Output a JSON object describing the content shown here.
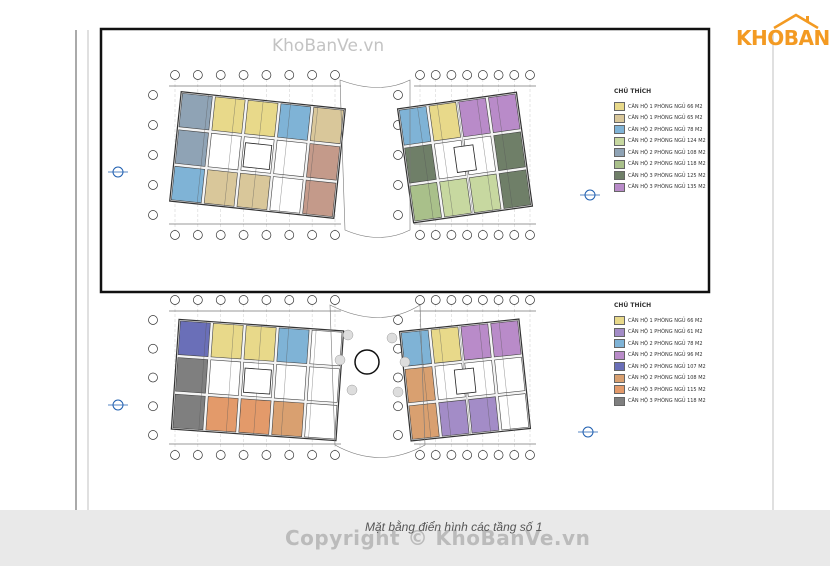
{
  "watermark": {
    "top_text": "KhoBanVe.vn",
    "copyright": "Copyright © KhoBanVe.vn"
  },
  "logo": {
    "text": "KHOBANVE",
    "color": "#f39a22"
  },
  "caption": "Mặt bằng điển hình các tầng số 1",
  "legend_top": {
    "title": "CHÚ THÍCH",
    "items": [
      {
        "label": "CĂN HỘ 1 PHÒNG NGỦ  66 M2",
        "color": "#e8d98a"
      },
      {
        "label": "CĂN HỘ 1 PHÒNG NGỦ  65 M2",
        "color": "#d9c79a"
      },
      {
        "label": "CĂN HỘ 2 PHÒNG NGỦ  78 M2",
        "color": "#7fb3d6"
      },
      {
        "label": "CĂN HỘ 2 PHÒNG NGỦ  124 M2",
        "color": "#c7d8a0"
      },
      {
        "label": "CĂN HỘ 2 PHÒNG NGỦ  108 M2",
        "color": "#8fa3b5"
      },
      {
        "label": "CĂN HỘ 2 PHÒNG NGỦ  118 M2",
        "color": "#a9c08a"
      },
      {
        "label": "CĂN HỘ 3 PHÒNG NGỦ  125 M2",
        "color": "#6f7f68"
      },
      {
        "label": "CĂN HỘ 3 PHÒNG NGỦ  135 M2",
        "color": "#b98bc9"
      }
    ]
  },
  "legend_bottom": {
    "title": "CHÚ THÍCH",
    "items": [
      {
        "label": "CĂN HỘ 1 PHÒNG NGỦ  66 M2",
        "color": "#e8d98a"
      },
      {
        "label": "CĂN HỘ 1 PHÒNG NGỦ  61 M2",
        "color": "#a38cc7"
      },
      {
        "label": "CĂN HỘ 2 PHÒNG NGỦ  78 M2",
        "color": "#7fb3d6"
      },
      {
        "label": "CĂN HỘ 2 PHÒNG NGỦ  96 M2",
        "color": "#b98bc9"
      },
      {
        "label": "CĂN HỘ 2 PHÒNG NGỦ  107 M2",
        "color": "#6a6fb8"
      },
      {
        "label": "CĂN HỘ 2 PHÒNG NGỦ  108 M2",
        "color": "#d9a070"
      },
      {
        "label": "CĂN HỘ 3 PHÒNG NGỦ  115 M2",
        "color": "#e39a6a"
      },
      {
        "label": "CĂN HỘ 3 PHÒNG NGỦ  118 M2",
        "color": "#7f7f7f"
      }
    ]
  }
}
